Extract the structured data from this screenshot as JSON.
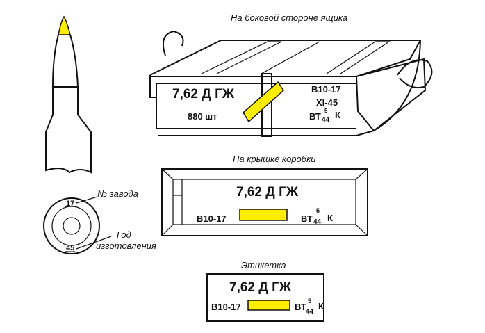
{
  "captions": {
    "box_side": "На боковой стороне ящика",
    "box_lid": "На крышке коробки",
    "label": "Этикетка",
    "factory_no": "№ завода",
    "year_line1": "Год",
    "year_line2": "изготовления"
  },
  "crate": {
    "caliber": "7,62 Д ГЖ",
    "count": "880 шт",
    "lot": "В10-17",
    "date": "XI-45",
    "powder_prefix": "ВТ",
    "powder_num": "5",
    "powder_den": "44",
    "powder_suffix": "К"
  },
  "lid": {
    "caliber": "7,62 Д ГЖ",
    "lot": "В10-17",
    "powder_prefix": "ВТ",
    "powder_num": "5",
    "powder_den": "44",
    "powder_suffix": "К"
  },
  "label": {
    "caliber": "7,62 Д ГЖ",
    "lot": "В10-17",
    "powder_prefix": "ВТ",
    "powder_num": "5",
    "powder_den": "44",
    "powder_suffix": "К"
  },
  "headstamp": {
    "factory": "17",
    "year": "45"
  },
  "colors": {
    "stripe": "#ffee00"
  }
}
